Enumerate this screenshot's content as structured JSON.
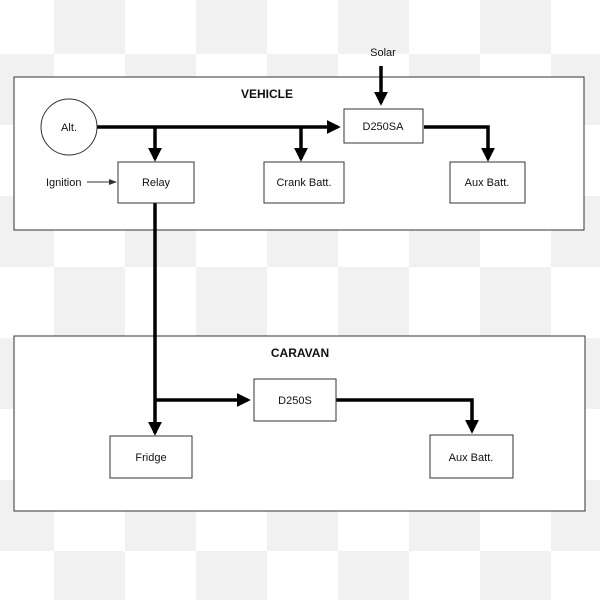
{
  "vehicle": {
    "title": "VEHICLE",
    "alternator": "Alt.",
    "relay": "Relay",
    "crank_batt": "Crank Batt.",
    "charger": "D250SA",
    "aux_batt": "Aux Batt.",
    "ignition": "Ignition",
    "solar": "Solar"
  },
  "caravan": {
    "title": "CARAVAN",
    "charger": "D250S",
    "fridge": "Fridge",
    "aux_batt": "Aux Batt."
  },
  "colors": {
    "line": "#000000",
    "box_stroke": "#333333",
    "background_check": "#f1f1f1"
  }
}
